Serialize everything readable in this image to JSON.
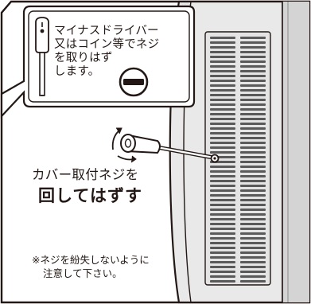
{
  "callout": {
    "lines": [
      "マイナスドライバー",
      "又はコイン等でネジ",
      "を取りはず",
      "します。"
    ]
  },
  "caption": {
    "line1": "カバー取付ネジを",
    "line2": "回してはずす"
  },
  "note": {
    "line1": "※ネジを紛失しないように",
    "line2": "注意して下さい。"
  },
  "icons": [
    "screwdriver-icon",
    "coin-icon",
    "rotate-arrow-icon",
    "screw-icon"
  ],
  "colors": {
    "ink": "#231815",
    "panel": "#e9e9e9",
    "panel_shade": "#d4d4d4",
    "grille": "#5a5a5a"
  }
}
